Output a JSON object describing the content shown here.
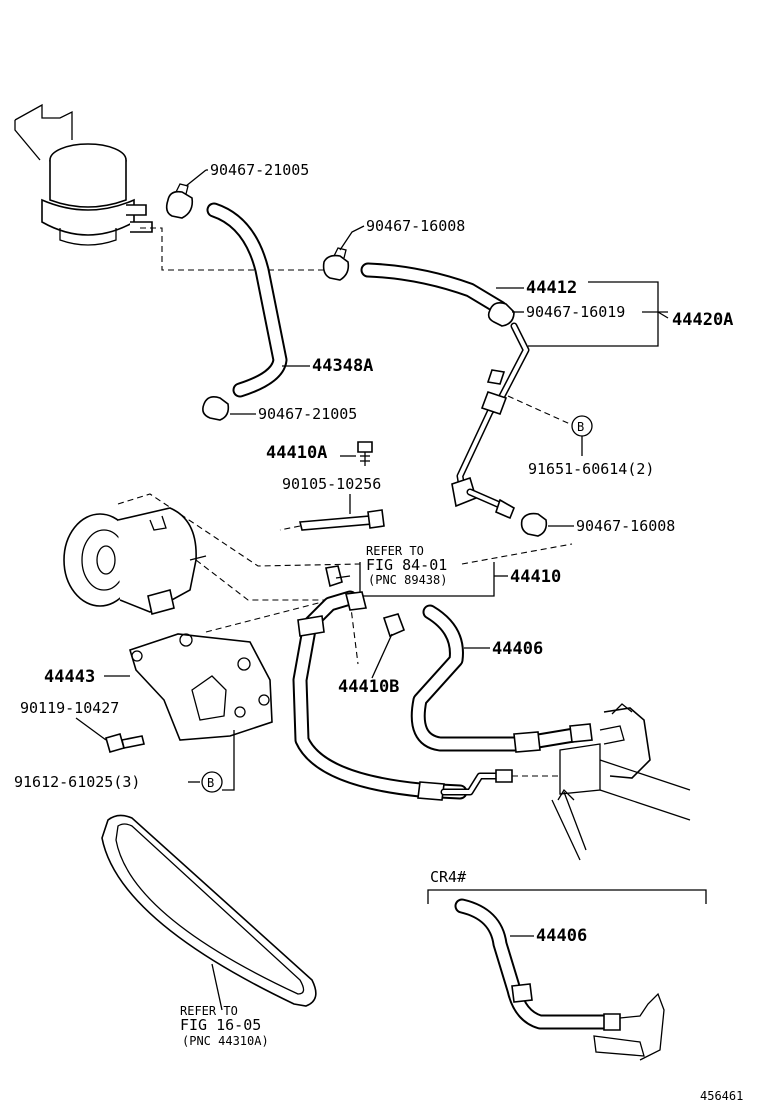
{
  "labels": {
    "clamp_top": "90467-21005",
    "clamp_mid": "90467-16008",
    "hose_return": "44412",
    "clamp_return": "90467-16019",
    "assy_return": "44420A",
    "hose_suction": "44348A",
    "clamp_pump": "90467-21005",
    "bolt_top": "44410A",
    "stud_bolt": "90105-10256",
    "clip_bolt": "91651-60614(2)",
    "circle_b": "B",
    "clamp_low": "90467-16008",
    "tube_assy": "44410",
    "hose_pressure": "44406",
    "bracket": "44443",
    "union_bolt": "44410B",
    "bolt_bracket": "90119-10427",
    "bolt_bracket2": "91612-61025(3)",
    "variant": "CR4#",
    "hose_variant": "44406",
    "image_id": "456461"
  },
  "notes": {
    "fig84": {
      "line1": "REFER TO",
      "line2": "FIG 84-01",
      "line3": "(PNC 89438)"
    },
    "fig16": {
      "line1": "REFER TO",
      "line2": "FIG 16-05",
      "line3": "(PNC 44310A)"
    }
  }
}
